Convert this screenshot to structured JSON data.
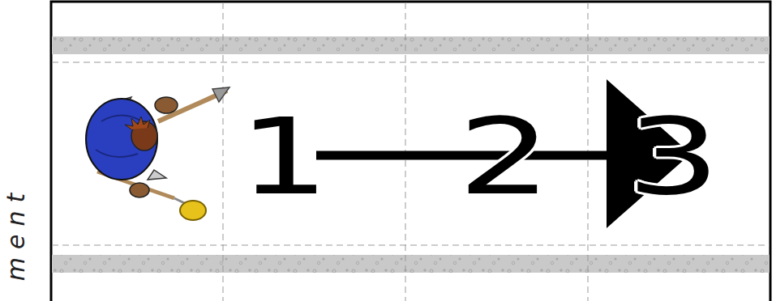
{
  "diagram": {
    "labels": [
      "ment",
      "1",
      "2",
      "3"
    ]
  }
}
